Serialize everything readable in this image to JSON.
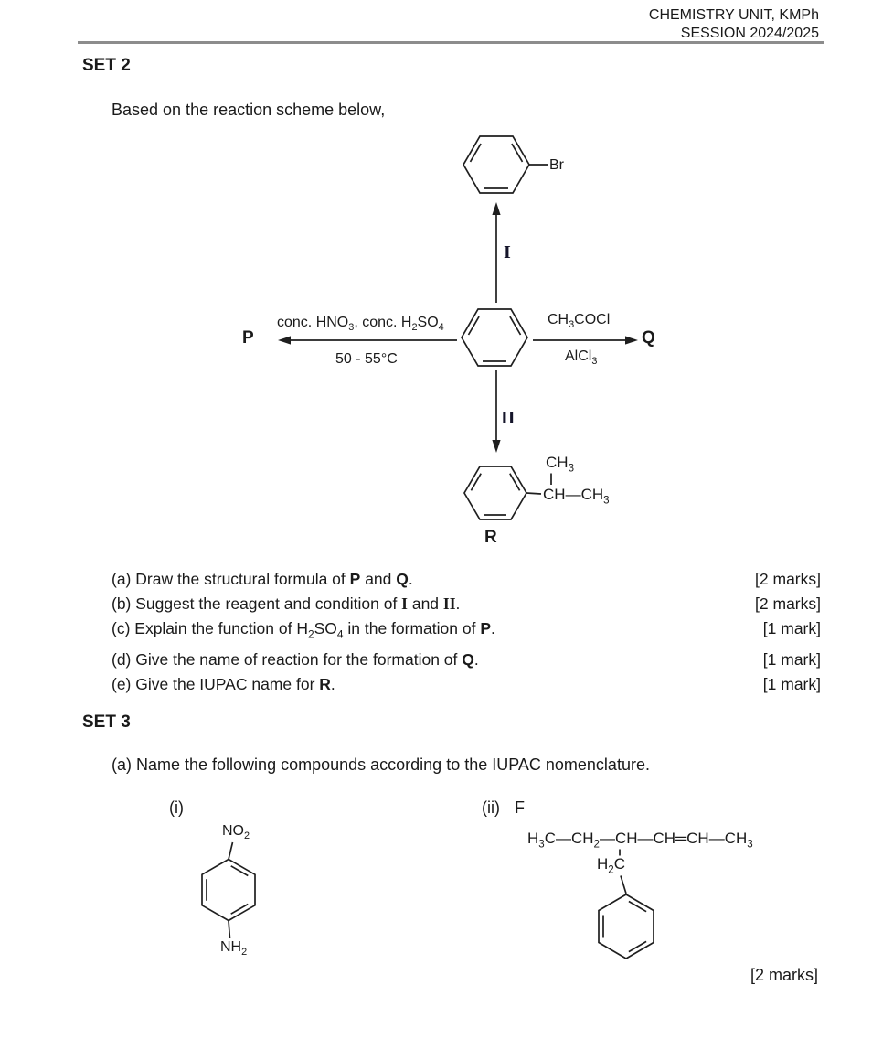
{
  "header": {
    "line1": "CHEMISTRY UNIT, KMPh",
    "line2": "SESSION 2024/2025"
  },
  "set2": {
    "title": "SET 2",
    "intro": "Based on the reaction scheme below,",
    "scheme": {
      "bromo_label": "Br",
      "step1_label": "I",
      "step2_label": "II",
      "p_label": "P",
      "q_label": "Q",
      "r_label": "R",
      "left_reagent_parts": [
        {
          "t": "conc. HNO"
        },
        {
          "t": "3",
          "sub": true
        },
        {
          "t": ", conc. H"
        },
        {
          "t": "2",
          "sub": true
        },
        {
          "t": "SO"
        },
        {
          "t": "4",
          "sub": true
        }
      ],
      "left_condition": "50 - 55°C",
      "right_reagent_parts": [
        {
          "t": "CH"
        },
        {
          "t": "3",
          "sub": true
        },
        {
          "t": "COCl"
        }
      ],
      "right_catalyst_parts": [
        {
          "t": "AlCl"
        },
        {
          "t": "3",
          "sub": true
        }
      ],
      "r_methyl_parts": [
        {
          "t": "CH"
        },
        {
          "t": "3",
          "sub": true
        }
      ],
      "r_chain_parts": [
        {
          "t": "CH"
        },
        {
          "t": "—"
        },
        {
          "t": "CH"
        },
        {
          "t": "3",
          "sub": true
        }
      ]
    },
    "questions": [
      {
        "parts": [
          {
            "t": "(a) Draw the structural formula of "
          },
          {
            "t": "P",
            "b": true
          },
          {
            "t": " and "
          },
          {
            "t": "Q",
            "b": true
          },
          {
            "t": "."
          }
        ],
        "marks": "[2 marks]"
      },
      {
        "parts": [
          {
            "t": "(b) Suggest the reagent and condition of "
          },
          {
            "t": "I",
            "serif": true
          },
          {
            "t": " and "
          },
          {
            "t": "II",
            "serif": true
          },
          {
            "t": "."
          }
        ],
        "marks": "[2 marks]"
      },
      {
        "parts": [
          {
            "t": "(c) Explain the function of H"
          },
          {
            "t": "2",
            "sub": true
          },
          {
            "t": "SO"
          },
          {
            "t": "4",
            "sub": true
          },
          {
            "t": " in the formation of "
          },
          {
            "t": "P",
            "b": true
          },
          {
            "t": "."
          }
        ],
        "marks": "[1 mark]"
      },
      {
        "parts": [
          {
            "t": "(d) Give the name of reaction for the formation of "
          },
          {
            "t": "Q",
            "b": true
          },
          {
            "t": "."
          }
        ],
        "marks": "[1 mark]"
      },
      {
        "parts": [
          {
            "t": "(e) Give the IUPAC name for "
          },
          {
            "t": "R",
            "b": true
          },
          {
            "t": "."
          }
        ],
        "marks": "[1 mark]"
      }
    ]
  },
  "set3": {
    "title": "SET 3",
    "intro": "(a) Name the following compounds according to the IUPAC nomenclature.",
    "item_i_label": "(i)",
    "item_ii_label": "(ii)",
    "item_ii_letter": "F",
    "structure_i": {
      "top_group_parts": [
        {
          "t": "NO"
        },
        {
          "t": "2",
          "sub": true
        }
      ],
      "bottom_group_parts": [
        {
          "t": "NH"
        },
        {
          "t": "2",
          "sub": true
        }
      ]
    },
    "structure_ii": {
      "chain_parts": [
        {
          "t": "H"
        },
        {
          "t": "3",
          "sub": true
        },
        {
          "t": "C"
        },
        {
          "t": "—"
        },
        {
          "t": "CH"
        },
        {
          "t": "2",
          "sub": true
        },
        {
          "t": "—"
        },
        {
          "t": "CH"
        },
        {
          "t": "—"
        },
        {
          "t": "CH"
        },
        {
          "t": "═"
        },
        {
          "t": "CH"
        },
        {
          "t": "—"
        },
        {
          "t": "CH"
        },
        {
          "t": "3",
          "sub": true
        }
      ],
      "branch_parts": [
        {
          "t": "H"
        },
        {
          "t": "2",
          "sub": true
        },
        {
          "t": "C"
        }
      ]
    },
    "marks": "[2 marks]"
  },
  "colors": {
    "text": "#1a1a1a",
    "rule": "#8c8c8c"
  }
}
